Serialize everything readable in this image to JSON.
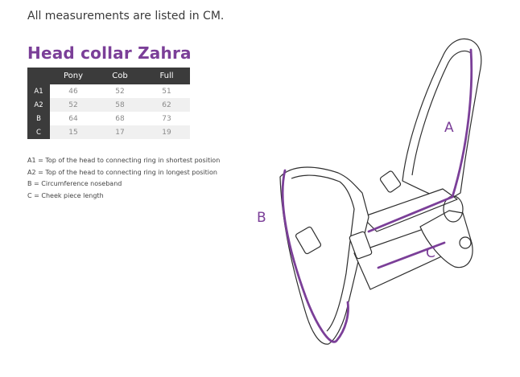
{
  "intro": "All measurements are listed in CM.",
  "title": "Head collar Zahra",
  "table": {
    "columns": [
      "Pony",
      "Cob",
      "Full"
    ],
    "rows": [
      {
        "label": "A1",
        "values": [
          "46",
          "52",
          "51"
        ]
      },
      {
        "label": "A2",
        "values": [
          "52",
          "58",
          "62"
        ]
      },
      {
        "label": "B",
        "values": [
          "64",
          "68",
          "73"
        ]
      },
      {
        "label": "C",
        "values": [
          "15",
          "17",
          "19"
        ]
      }
    ]
  },
  "legend": [
    "A1  = Top of the head to connecting ring in shortest position",
    "A2 = Top of the head to connecting ring in longest position",
    "B   = Circumference noseband",
    "C   = Cheek piece length"
  ],
  "drawing": {
    "label_a": "A",
    "label_b": "B",
    "label_c": "C"
  },
  "colors": {
    "accent": "#7b3f98",
    "header": "#3b3b3b",
    "line": "#2e2e2e"
  }
}
